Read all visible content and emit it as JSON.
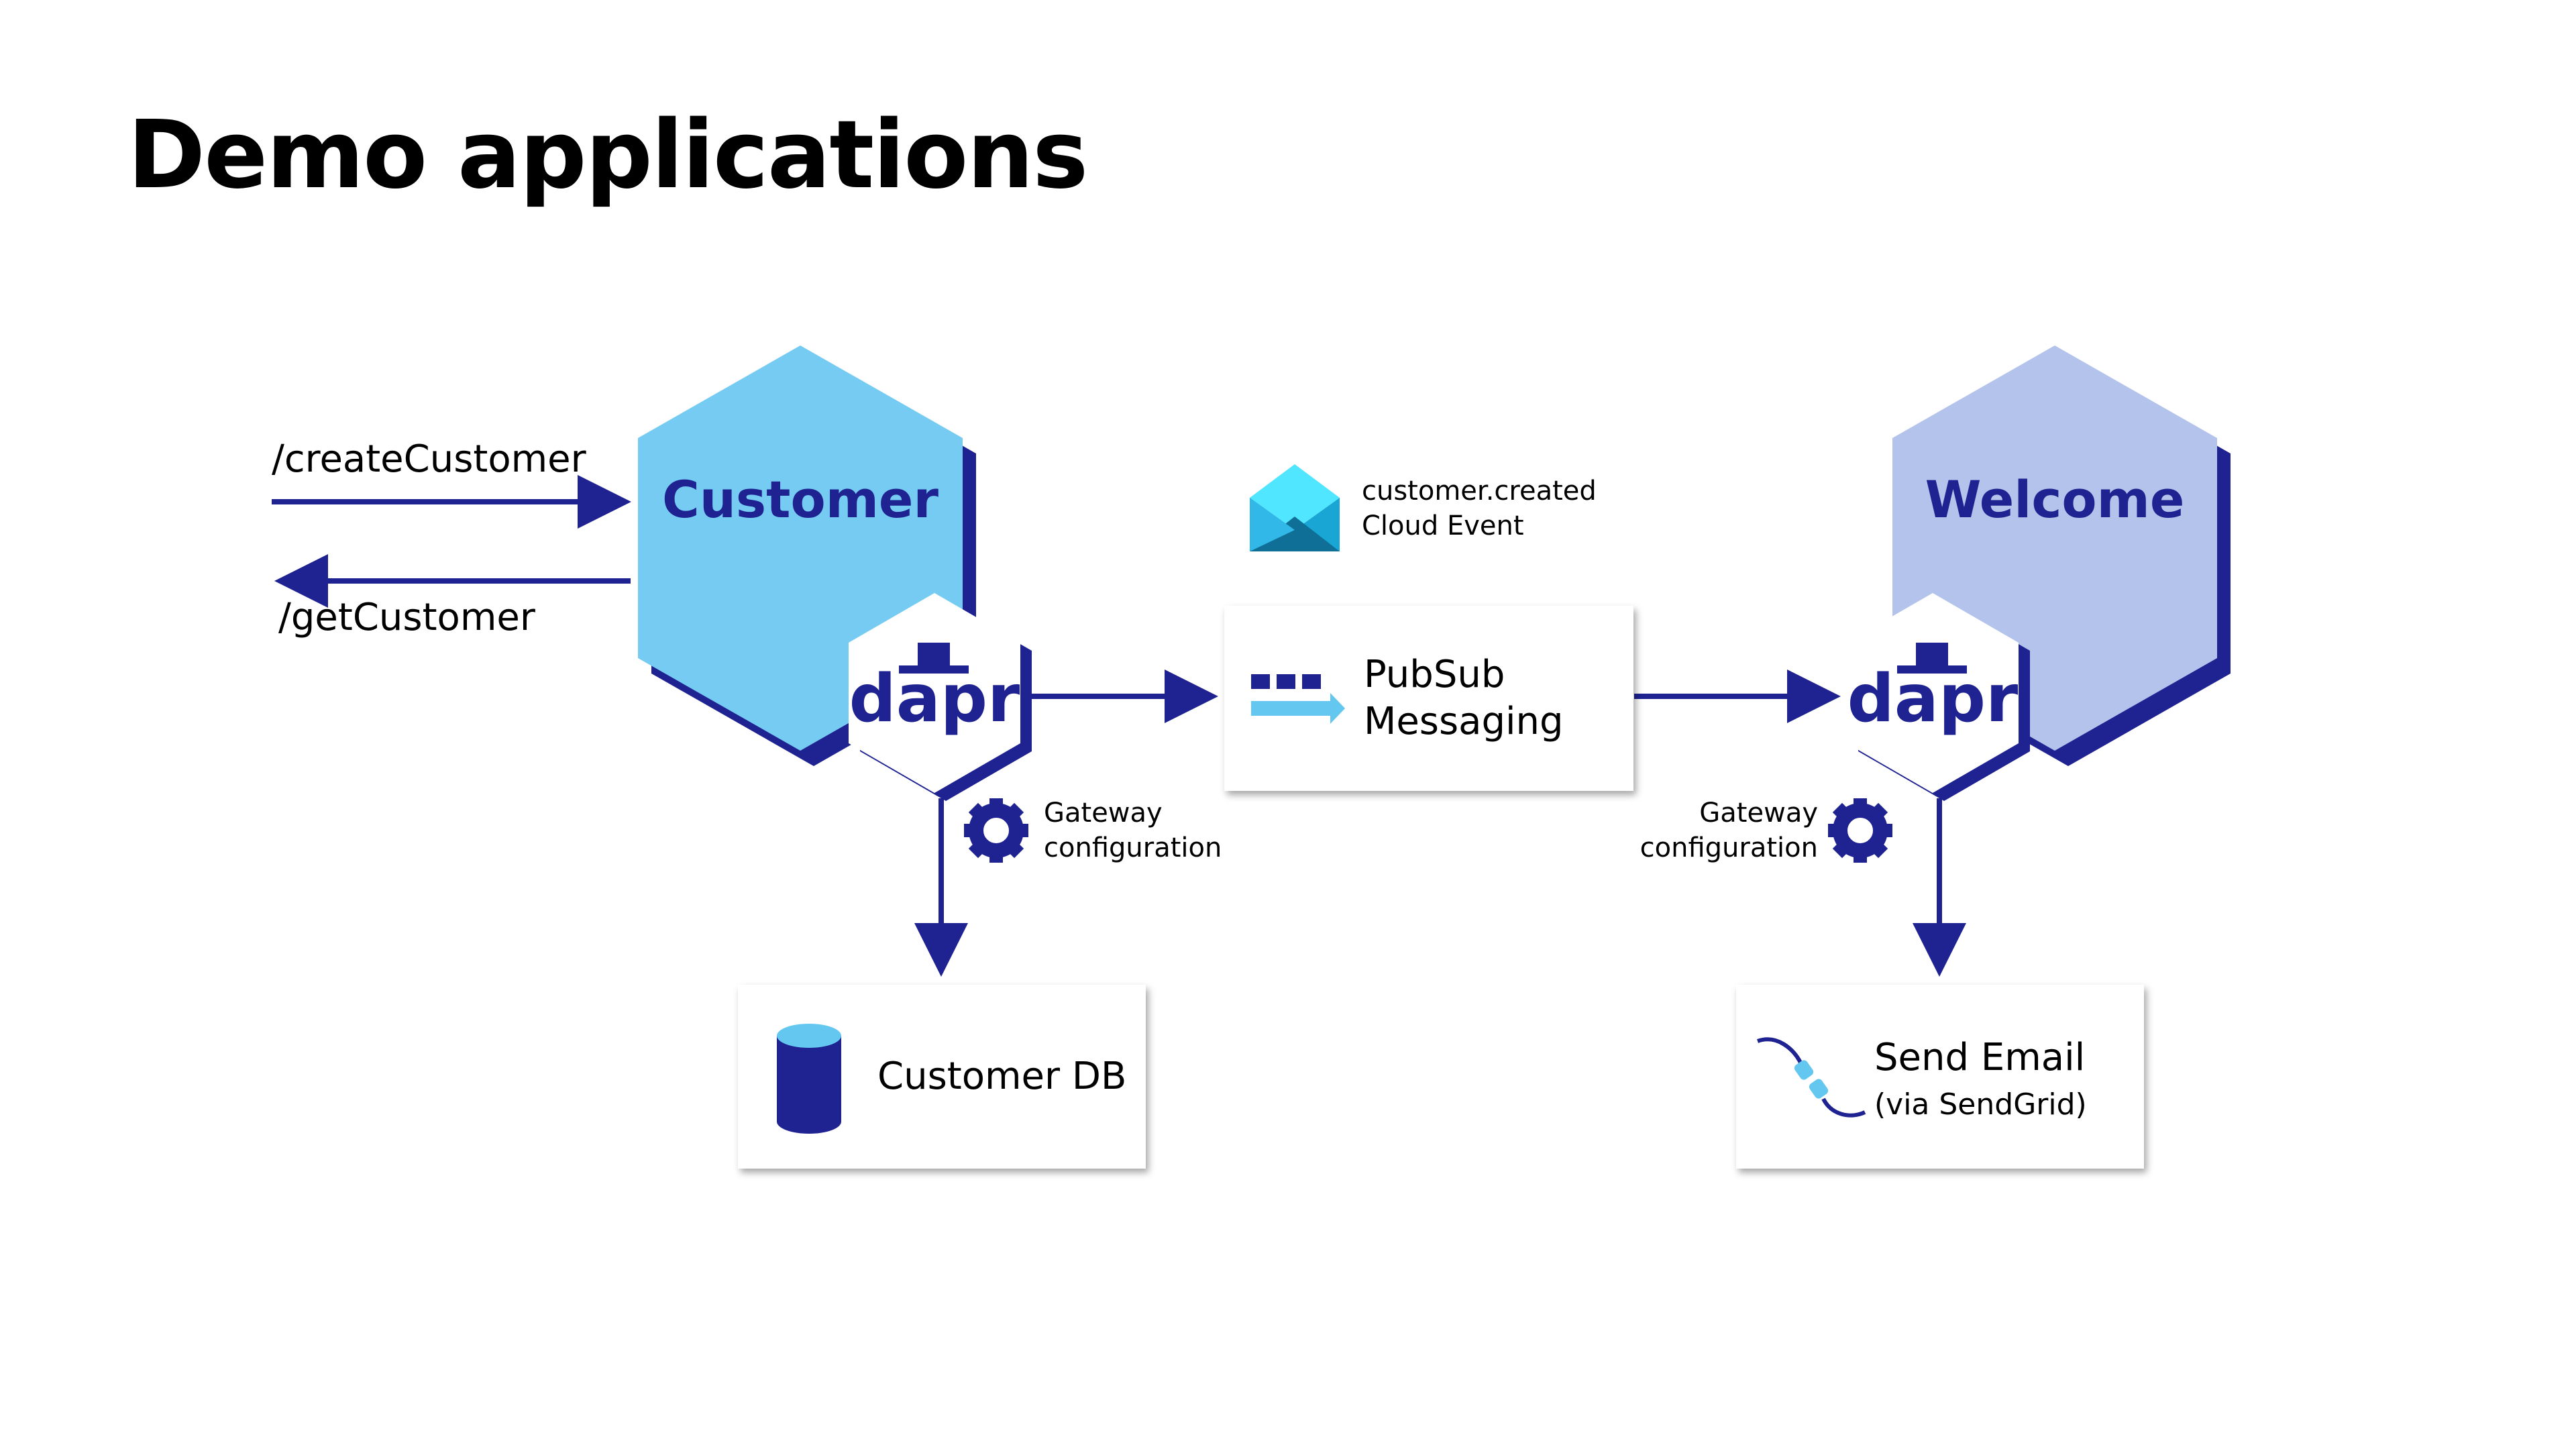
{
  "title": "Demo applications",
  "routes": {
    "create": "/createCustomer",
    "get": "/getCustomer"
  },
  "services": {
    "customer": "Customer",
    "welcome": "Welcome",
    "sidecar_label": "dapr"
  },
  "event": {
    "name": "customer.created",
    "type": "Cloud Event"
  },
  "pubsub": {
    "line1": "PubSub",
    "line2": "Messaging"
  },
  "gateway": {
    "line1": "Gateway",
    "line2": "configuration"
  },
  "customer_db": {
    "label": "Customer DB"
  },
  "send_email": {
    "line1": "Send Email",
    "line2": "(via SendGrid)"
  },
  "colors": {
    "customer_hex": "#75cbf2",
    "welcome_hex": "#b4c3ec",
    "navy": "#1f2391",
    "light_blue": "#63c7f0",
    "cyan": "#50e6ff"
  },
  "icons": [
    "envelope-icon",
    "queue-icon",
    "gear-icon",
    "database-icon",
    "plug-icon",
    "dapr-hat-icon"
  ]
}
